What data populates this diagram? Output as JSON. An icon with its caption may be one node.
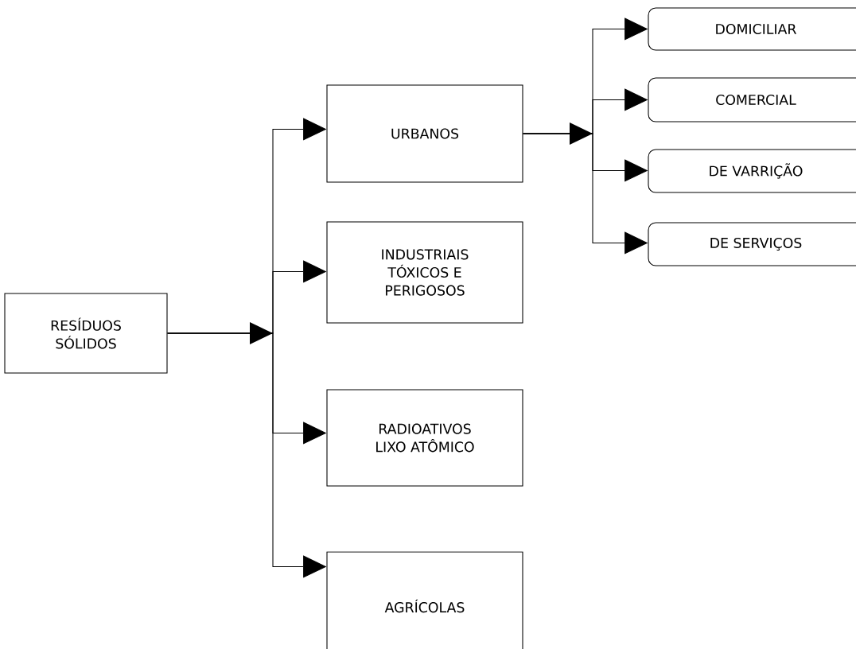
{
  "diagram": {
    "nodes": [
      {
        "text": [
          "RESÍDUOS SÓLIDOS"
        ]
      },
      {
        "text": [
          "URBANOS"
        ]
      },
      {
        "text": [
          "INDUSTRIAIS TÓXICOS E PERIGOSOS"
        ]
      },
      {
        "text": [
          "RADIOATIVOS LIXO ATÔMICO"
        ]
      },
      {
        "text": [
          "AGRÍCOLAS"
        ]
      },
      {
        "text": [
          "DOMICILIAR"
        ]
      },
      {
        "text": [
          "COMERCIAL"
        ]
      },
      {
        "text": [
          "DE VARRIÇÃO"
        ]
      },
      {
        "text": [
          "DE SERVIÇOS"
        ]
      }
    ],
    "edges": [
      {
        "from": 0,
        "to": 1,
        "arrow": "to"
      },
      {
        "from": 0,
        "to": 2,
        "arrow": "to"
      },
      {
        "from": 0,
        "to": 3,
        "arrow": "to"
      },
      {
        "from": 0,
        "to": 4,
        "arrow": "to"
      },
      {
        "from": 1,
        "to": 5,
        "arrow": "to"
      },
      {
        "from": 1,
        "to": 6,
        "arrow": "to"
      },
      {
        "from": 1,
        "to": 7,
        "arrow": "to"
      },
      {
        "from": 1,
        "to": 8,
        "arrow": "to"
      }
    ]
  }
}
